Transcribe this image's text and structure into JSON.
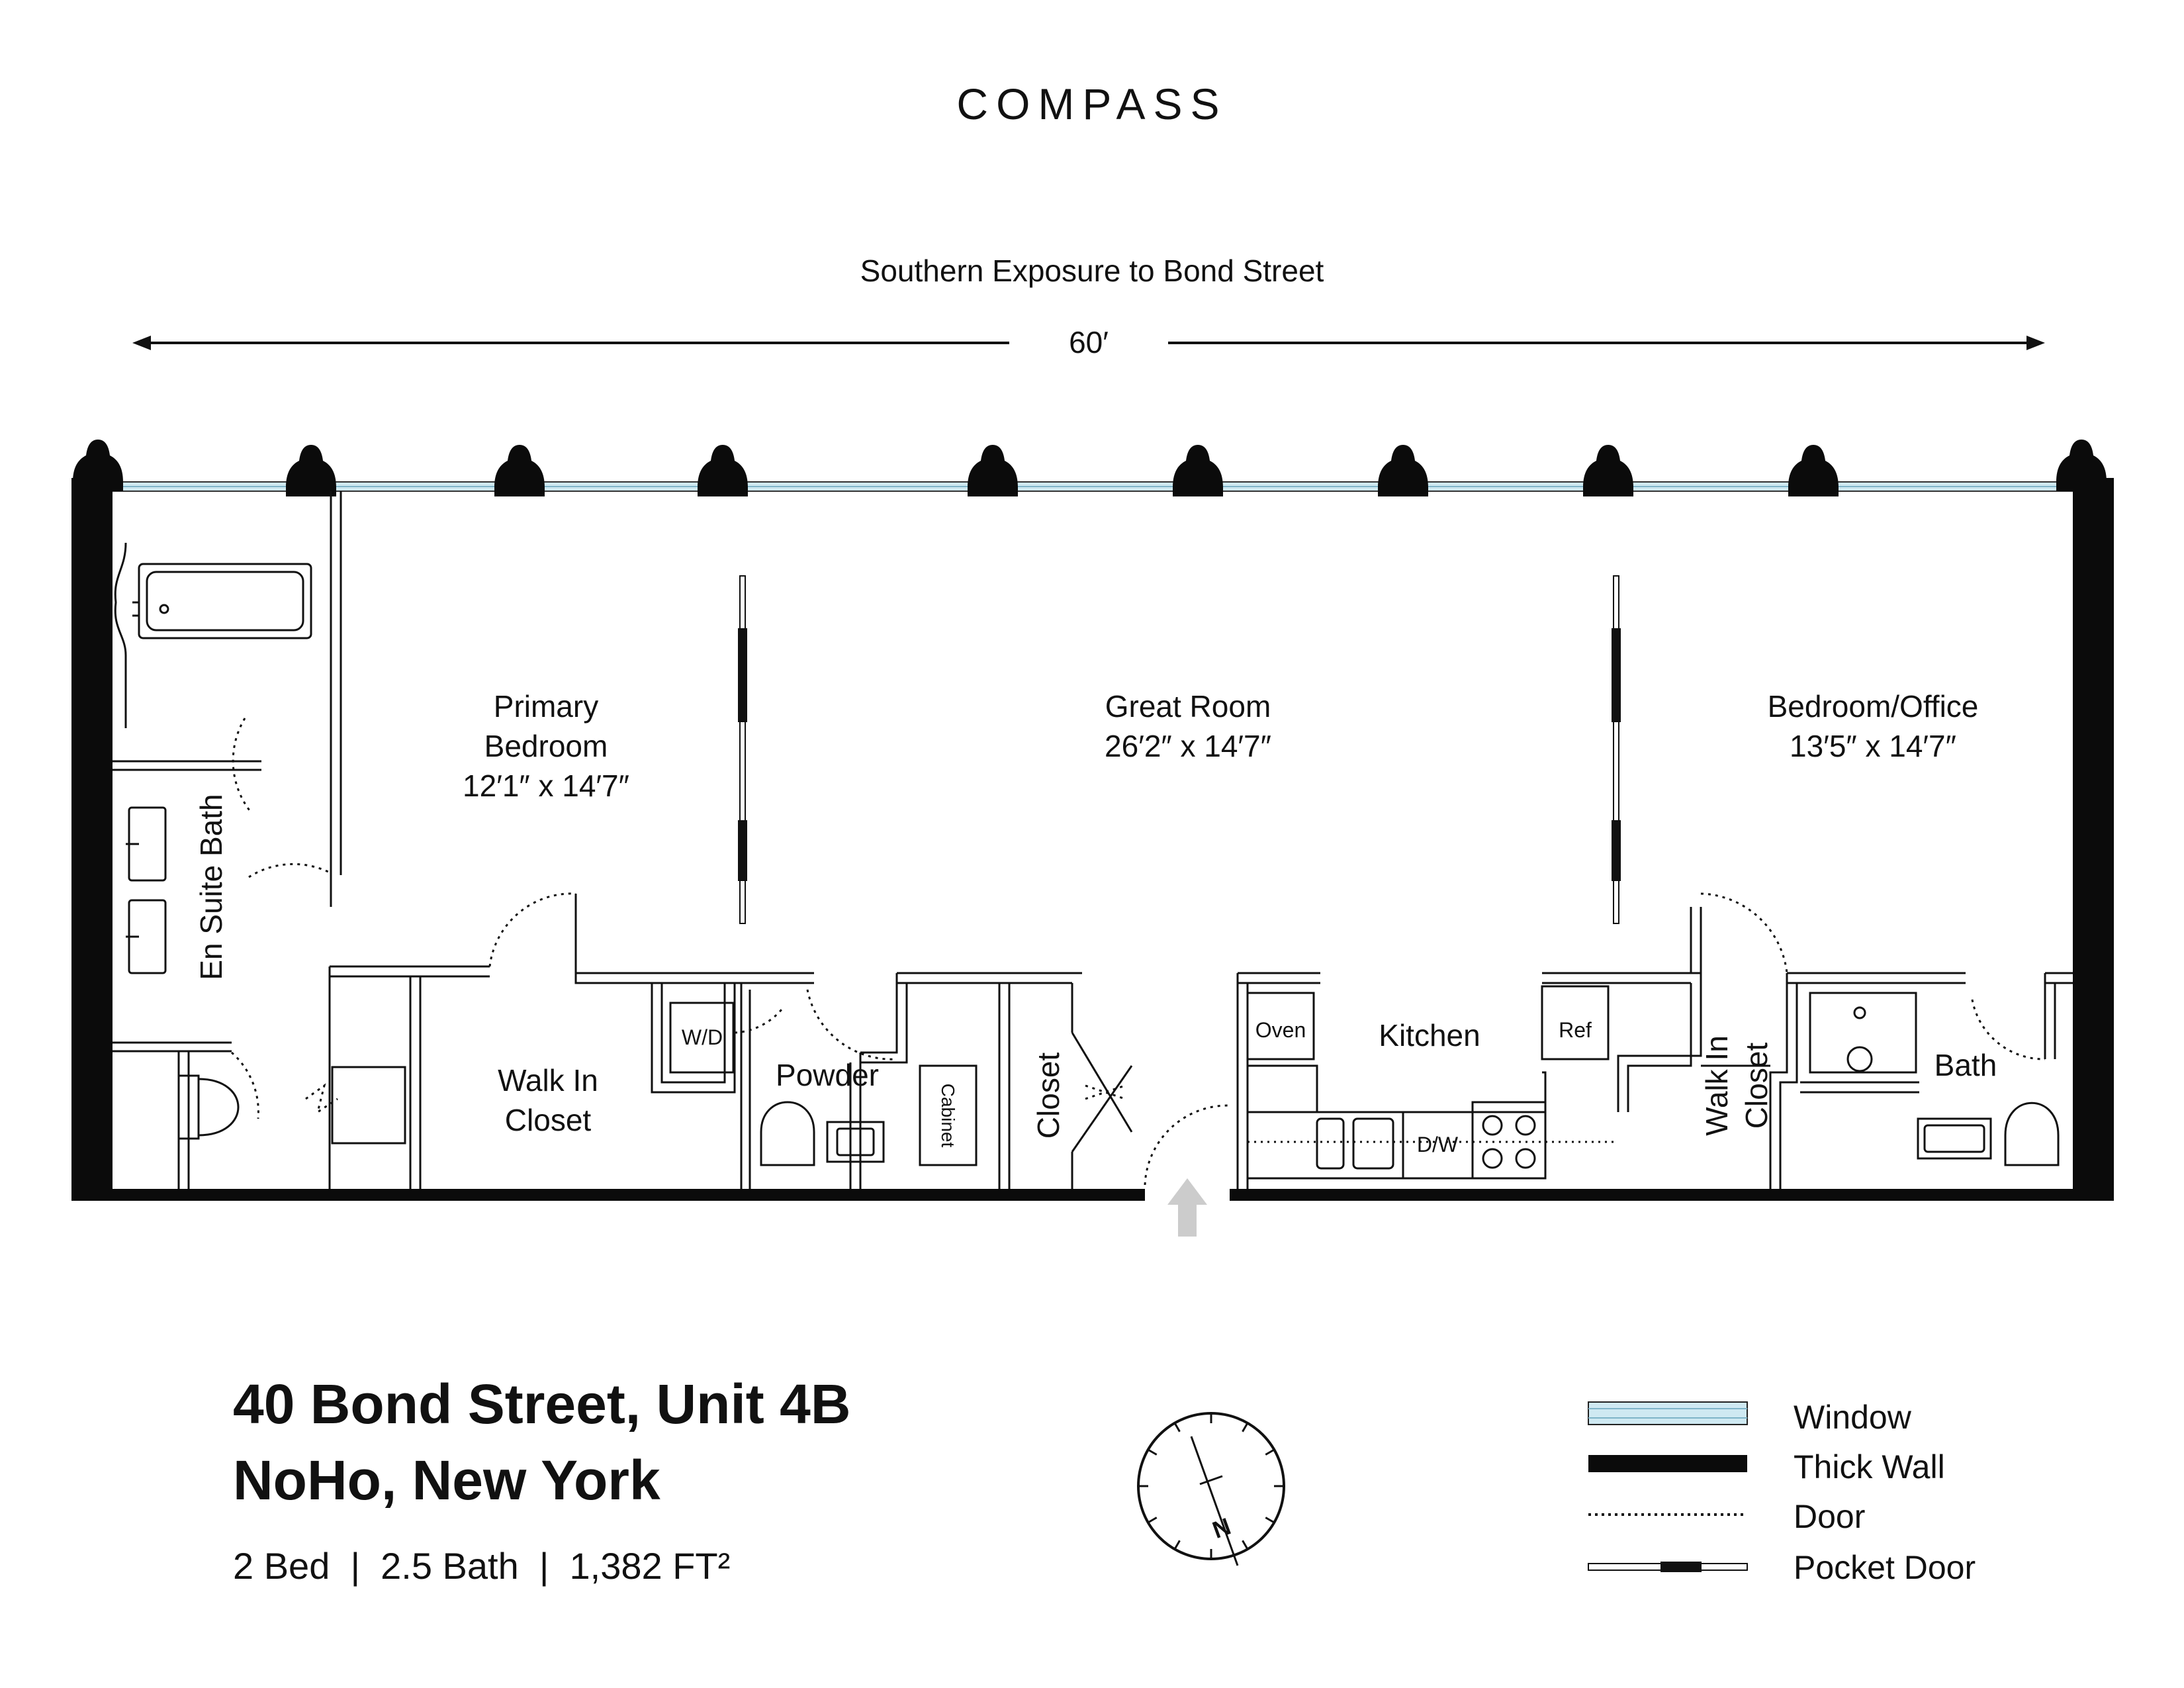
{
  "brand": "COMPASS",
  "exposure": "Southern Exposure to Bond Street",
  "width_dim": "60′",
  "rooms": {
    "primary_l1": "Primary",
    "primary_l2": "Bedroom",
    "primary_dim": "12′1″ x 14′7″",
    "great": "Great Room",
    "great_dim": "26′2″ x 14′7″",
    "office": "Bedroom/Office",
    "office_dim": "13′5″ x 14′7″",
    "ensuite": "En Suite Bath",
    "wic1_l1": "Walk In",
    "wic1_l2": "Closet",
    "wd": "W/D",
    "powder": "Powder",
    "cabinet": "Cabinet",
    "closet": "Closet",
    "oven": "Oven",
    "kitchen": "Kitchen",
    "ref": "Ref",
    "dw": "D/W",
    "wic2_l1": "Walk In",
    "wic2_l2": "Closet",
    "bath": "Bath"
  },
  "address": {
    "line1": "40 Bond Street, Unit 4B",
    "line2": "NoHo, New York",
    "details": "2 Bed  |  2.5 Bath  |  1,382 FT²"
  },
  "compass": {
    "north": "N"
  },
  "legend": [
    {
      "label": "Window"
    },
    {
      "label": "Thick Wall"
    },
    {
      "label": "Door"
    },
    {
      "label": "Pocket Door"
    }
  ],
  "colors": {
    "wall": "#0b0b0b",
    "window": "#cfe9f2",
    "arrow": "#cccccc"
  }
}
